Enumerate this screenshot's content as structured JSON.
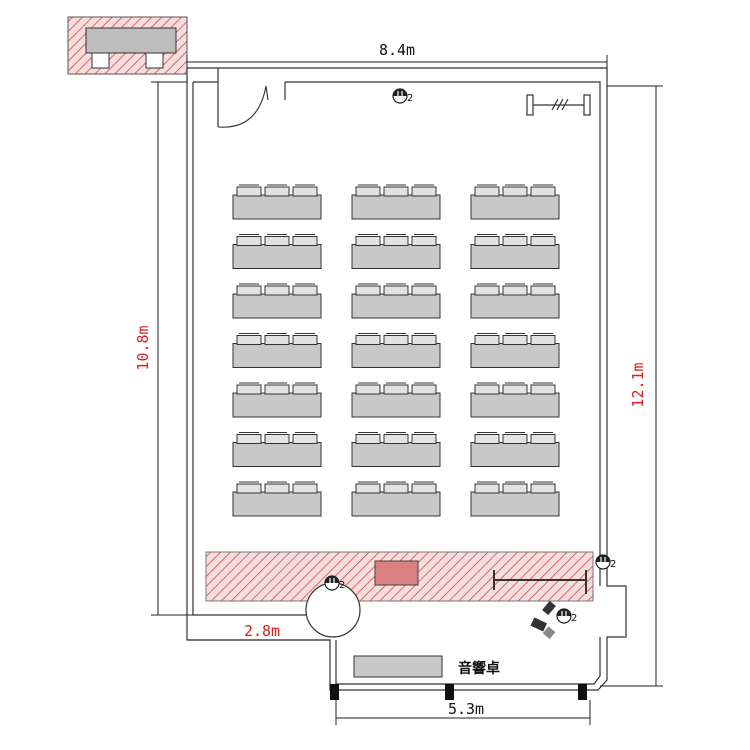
{
  "dimensions": {
    "top_width": "8.4m",
    "left_height": "10.8m",
    "right_height": "12.1m",
    "lower_left_width": "2.8m",
    "bottom_width": "5.3m"
  },
  "labels": {
    "sound_desk": "音響卓",
    "mic_number": "2"
  },
  "colors": {
    "dimension_red": "#d42020",
    "table_fill": "#c8c8c8",
    "hatch": "#d44a4a",
    "wall": "#333333"
  },
  "icons": {
    "speaker": "speaker-icon",
    "camera": "camera-icon",
    "door": "door-swing-icon"
  },
  "layout": {
    "table_rows": 7,
    "table_columns": 3,
    "chairs_per_table": 3
  }
}
